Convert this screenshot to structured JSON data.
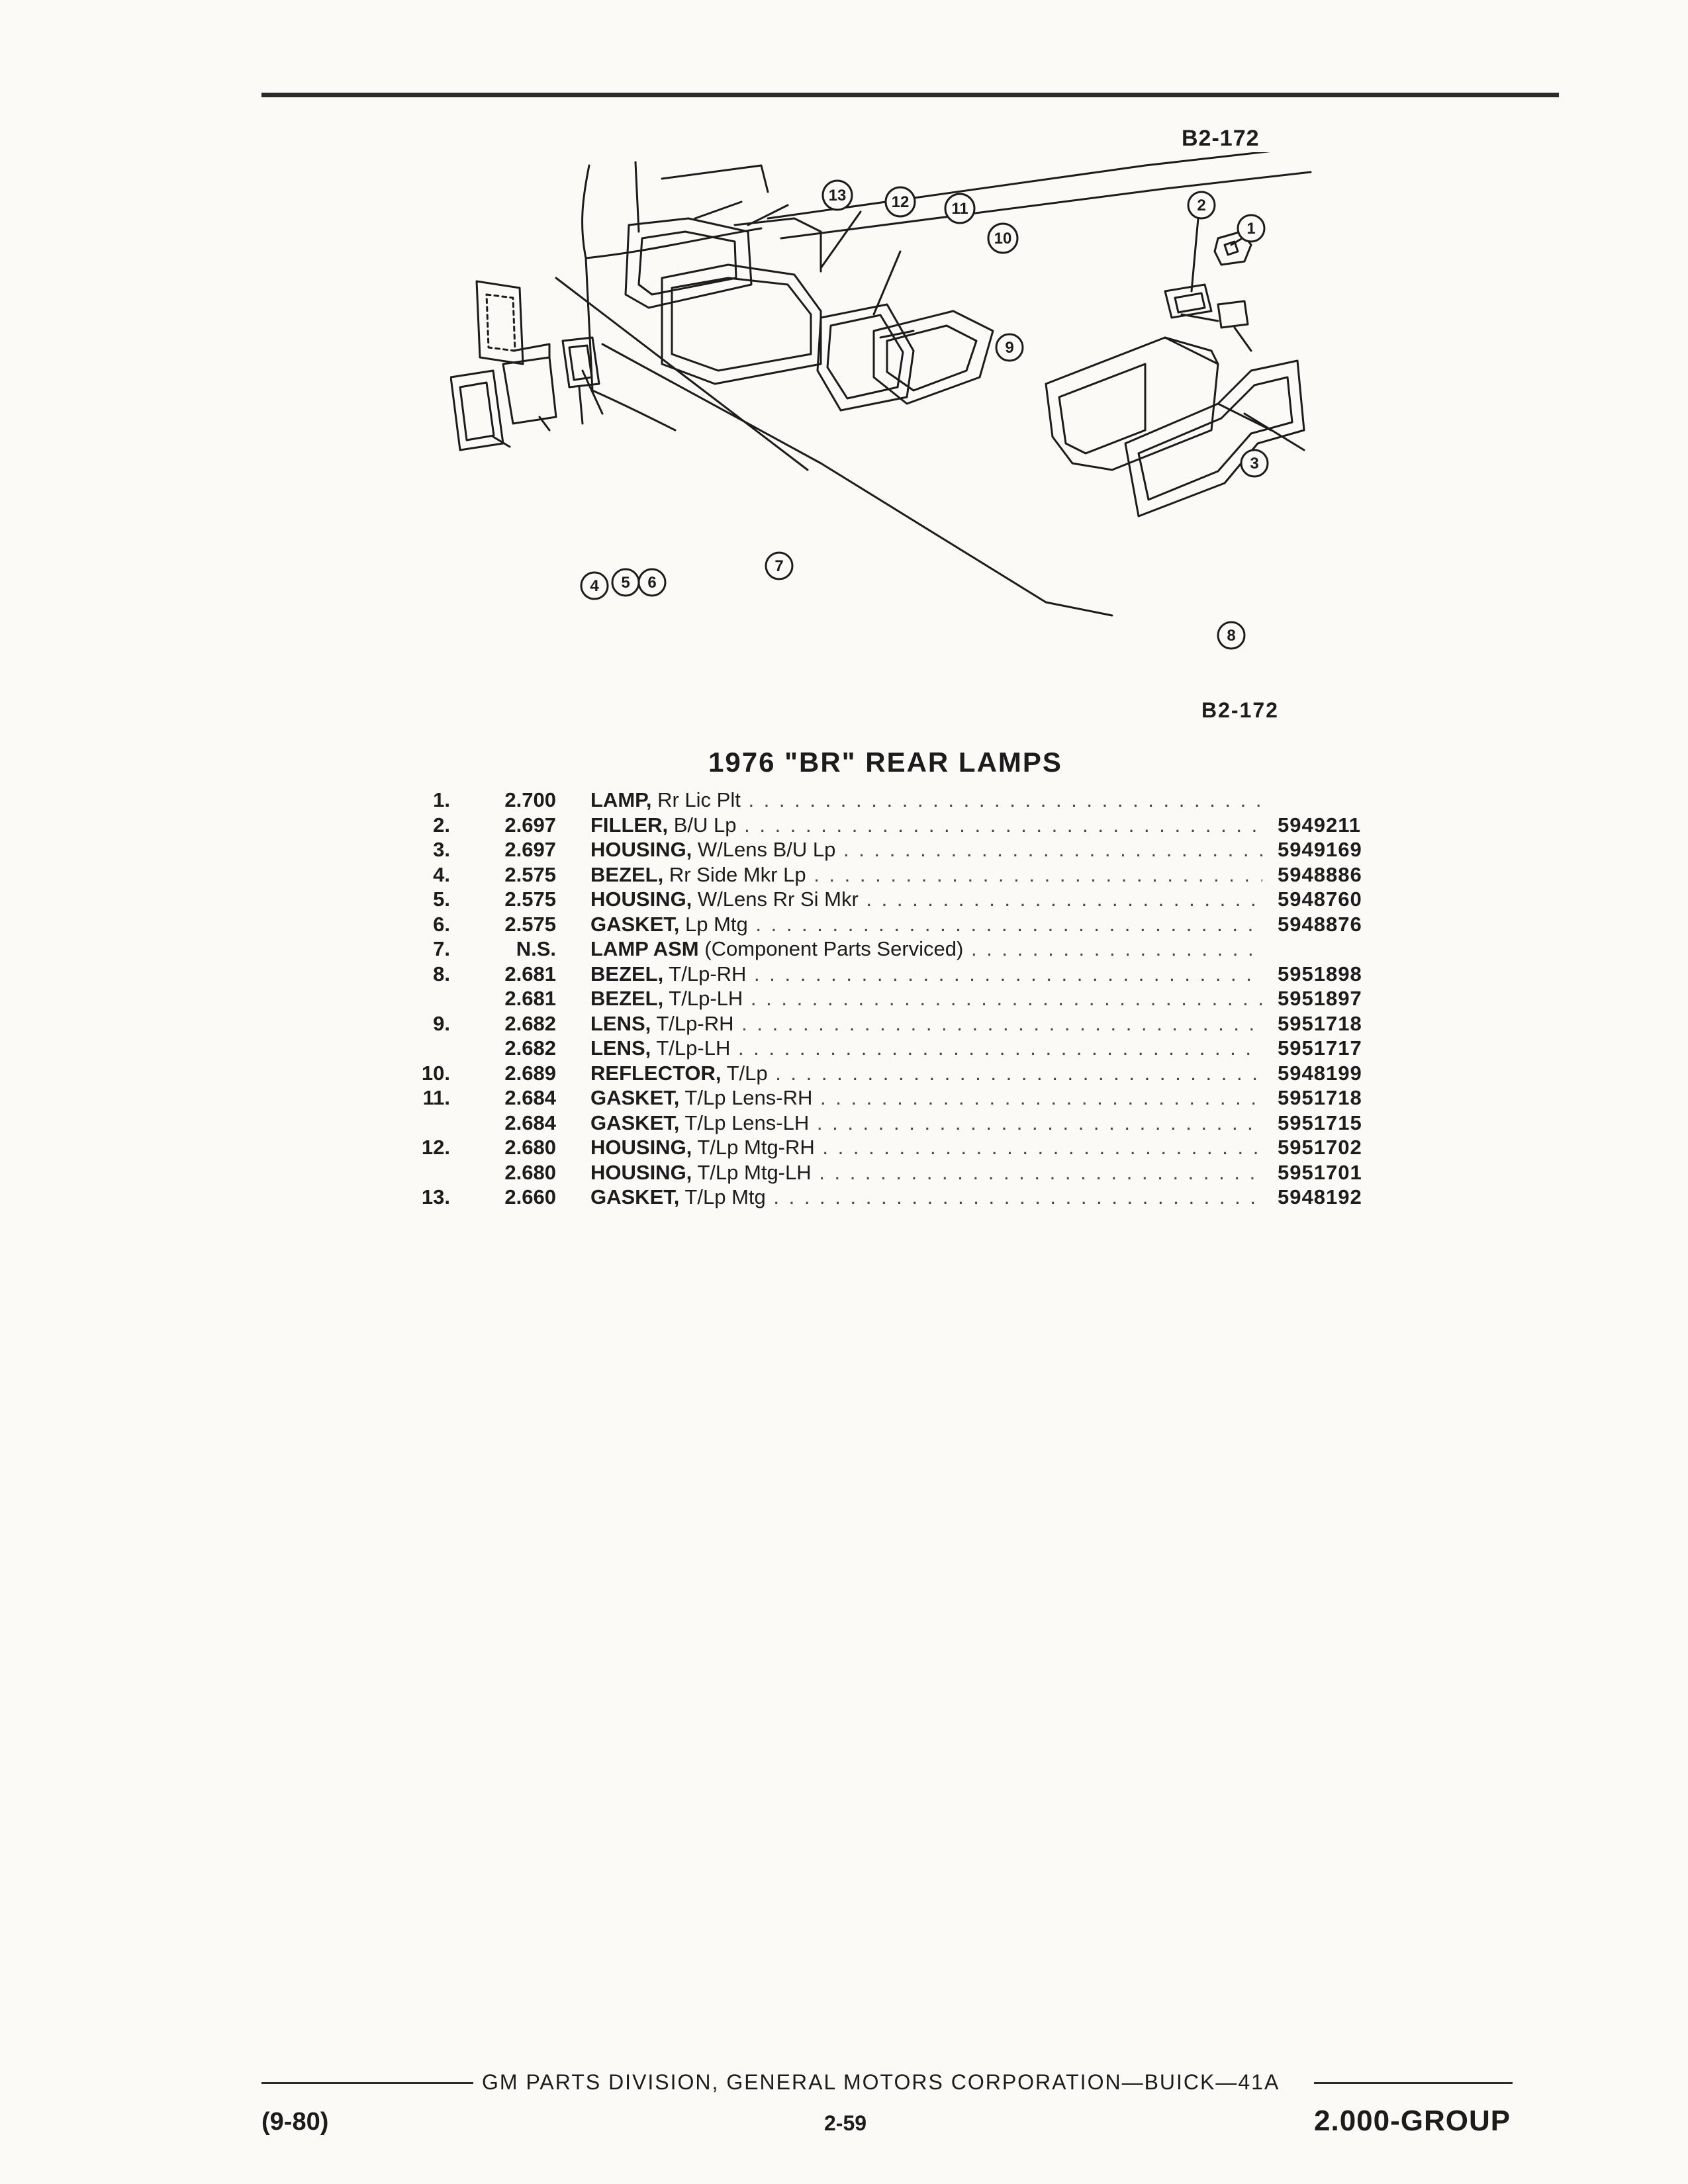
{
  "figure_id": "B2-172",
  "title": "1976 \"BR\" REAR LAMPS",
  "callouts": [
    "1",
    "2",
    "3",
    "4",
    "5",
    "6",
    "7",
    "8",
    "9",
    "10",
    "11",
    "12",
    "13"
  ],
  "parts": [
    {
      "num": "1.",
      "group": "2.700",
      "name": "LAMP,",
      "detail": "Rr Lic Plt",
      "part_no": ""
    },
    {
      "num": "2.",
      "group": "2.697",
      "name": "FILLER,",
      "detail": "B/U Lp",
      "part_no": "5949211"
    },
    {
      "num": "3.",
      "group": "2.697",
      "name": "HOUSING,",
      "detail": "W/Lens B/U Lp",
      "part_no": "5949169"
    },
    {
      "num": "4.",
      "group": "2.575",
      "name": "BEZEL,",
      "detail": "Rr Side Mkr Lp",
      "part_no": "5948886"
    },
    {
      "num": "5.",
      "group": "2.575",
      "name": "HOUSING,",
      "detail": "W/Lens Rr Si Mkr",
      "part_no": "5948760"
    },
    {
      "num": "6.",
      "group": "2.575",
      "name": "GASKET,",
      "detail": "Lp Mtg",
      "part_no": "5948876"
    },
    {
      "num": "7.",
      "group": "N.S.",
      "name": "LAMP ASM",
      "detail": "(Component Parts Serviced)",
      "part_no": ""
    },
    {
      "num": "8.",
      "group": "2.681",
      "name": "BEZEL,",
      "detail": "T/Lp-RH",
      "part_no": "5951898"
    },
    {
      "num": "",
      "group": "2.681",
      "name": "BEZEL,",
      "detail": "T/Lp-LH",
      "part_no": "5951897"
    },
    {
      "num": "9.",
      "group": "2.682",
      "name": "LENS,",
      "detail": "T/Lp-RH",
      "part_no": "5951718"
    },
    {
      "num": "",
      "group": "2.682",
      "name": "LENS,",
      "detail": "T/Lp-LH",
      "part_no": "5951717"
    },
    {
      "num": "10.",
      "group": "2.689",
      "name": "REFLECTOR,",
      "detail": "T/Lp",
      "part_no": "5948199"
    },
    {
      "num": "11.",
      "group": "2.684",
      "name": "GASKET,",
      "detail": "T/Lp Lens-RH",
      "part_no": "5951718"
    },
    {
      "num": "",
      "group": "2.684",
      "name": "GASKET,",
      "detail": "T/Lp Lens-LH",
      "part_no": "5951715"
    },
    {
      "num": "12.",
      "group": "2.680",
      "name": "HOUSING,",
      "detail": "T/Lp Mtg-RH",
      "part_no": "5951702"
    },
    {
      "num": "",
      "group": "2.680",
      "name": "HOUSING,",
      "detail": "T/Lp Mtg-LH",
      "part_no": "5951701"
    },
    {
      "num": "13.",
      "group": "2.660",
      "name": "GASKET,",
      "detail": "T/Lp Mtg",
      "part_no": "5948192"
    }
  ],
  "footer": {
    "center": "GM PARTS DIVISION, GENERAL MOTORS CORPORATION—BUICK—41A",
    "date": "(9-80)",
    "page": "2-59",
    "group": "2.000-GROUP"
  }
}
